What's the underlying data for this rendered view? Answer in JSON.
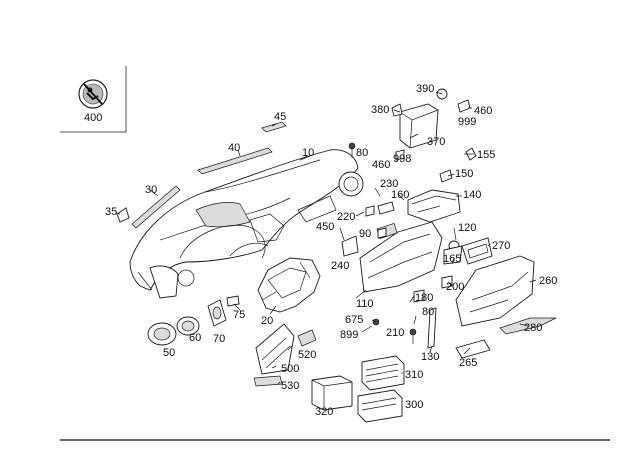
{
  "diagram": {
    "inset_box_label": "400",
    "parts": [
      {
        "id": "10",
        "label": "10"
      },
      {
        "id": "20",
        "label": "20"
      },
      {
        "id": "30",
        "label": "30"
      },
      {
        "id": "35",
        "label": "35"
      },
      {
        "id": "40",
        "label": "40"
      },
      {
        "id": "45",
        "label": "45"
      },
      {
        "id": "50",
        "label": "50"
      },
      {
        "id": "60",
        "label": "60"
      },
      {
        "id": "70",
        "label": "70"
      },
      {
        "id": "75",
        "label": "75"
      },
      {
        "id": "80a",
        "label": "80"
      },
      {
        "id": "80b",
        "label": "80"
      },
      {
        "id": "90",
        "label": "90"
      },
      {
        "id": "110",
        "label": "110"
      },
      {
        "id": "120",
        "label": "120"
      },
      {
        "id": "130",
        "label": "130"
      },
      {
        "id": "140",
        "label": "140"
      },
      {
        "id": "150",
        "label": "150"
      },
      {
        "id": "155",
        "label": "155"
      },
      {
        "id": "160",
        "label": "160"
      },
      {
        "id": "165",
        "label": "165"
      },
      {
        "id": "180",
        "label": "180"
      },
      {
        "id": "200",
        "label": "200"
      },
      {
        "id": "210",
        "label": "210"
      },
      {
        "id": "220",
        "label": "220"
      },
      {
        "id": "230",
        "label": "230"
      },
      {
        "id": "240",
        "label": "240"
      },
      {
        "id": "260",
        "label": "260"
      },
      {
        "id": "265",
        "label": "265"
      },
      {
        "id": "270",
        "label": "270"
      },
      {
        "id": "280",
        "label": "280"
      },
      {
        "id": "300",
        "label": "300"
      },
      {
        "id": "310",
        "label": "310"
      },
      {
        "id": "320",
        "label": "320"
      },
      {
        "id": "370",
        "label": "370"
      },
      {
        "id": "380",
        "label": "380"
      },
      {
        "id": "390",
        "label": "390"
      },
      {
        "id": "450",
        "label": "450"
      },
      {
        "id": "460a",
        "label": "460"
      },
      {
        "id": "460b",
        "label": "460"
      },
      {
        "id": "500",
        "label": "500"
      },
      {
        "id": "520",
        "label": "520"
      },
      {
        "id": "530",
        "label": "530"
      },
      {
        "id": "675",
        "label": "675"
      },
      {
        "id": "899",
        "label": "899"
      },
      {
        "id": "998",
        "label": "998"
      },
      {
        "id": "999",
        "label": "999"
      }
    ]
  }
}
